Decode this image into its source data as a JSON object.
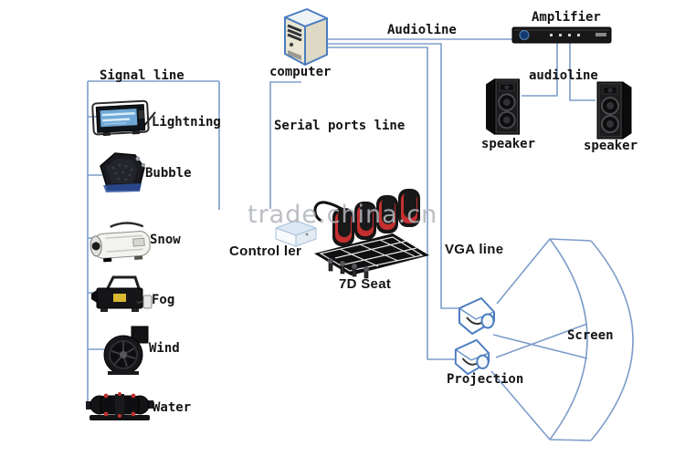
{
  "watermark": {
    "text": "trade.china.cn"
  },
  "labels": {
    "signal_line": "Signal line",
    "computer": "computer",
    "audioline_top": "Audioline",
    "amplifier": "Amplifier",
    "audioline_bottom": "audioline",
    "speaker_left": "speaker",
    "speaker_right": "speaker",
    "serial_ports_line": "Serial ports line",
    "controller": "Control ler",
    "seat_7d": "7D Seat",
    "vga_line": "VGA line",
    "projection": "Projection",
    "screen": "Screen"
  },
  "effects": [
    {
      "id": "lightning",
      "label": "Lightning"
    },
    {
      "id": "bubble",
      "label": "Bubble"
    },
    {
      "id": "snow",
      "label": "Snow"
    },
    {
      "id": "fog",
      "label": "Fog"
    },
    {
      "id": "wind",
      "label": "Wind"
    },
    {
      "id": "water",
      "label": "Water"
    }
  ],
  "colors": {
    "connector_line": "#7d9dca",
    "label_text": "#141414",
    "watermark_gray": "#b2b6bb",
    "seat_red": "#c62f2f",
    "device_outline_blue": "#4a7cc0"
  }
}
